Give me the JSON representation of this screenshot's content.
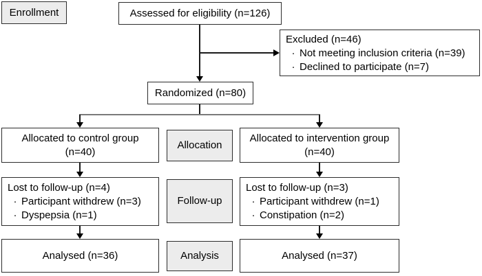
{
  "glyphs": {
    "bullet": "·"
  },
  "colors": {
    "background": "#ffffff",
    "box_fill": "#ffffff",
    "stage_fill": "#ececec",
    "border": "#2b2b2b",
    "connector": "#1a1a1a",
    "split_connector": "#7a7a7a",
    "text": "#000000"
  },
  "stages": {
    "enrollment": "Enrollment",
    "allocation": "Allocation",
    "followup": "Follow-up",
    "analysis": "Analysis"
  },
  "boxes": {
    "assessed": {
      "text": "Assessed for eligibility (n=126)"
    },
    "excluded": {
      "title": "Excluded (n=46)",
      "items": [
        "Not meeting inclusion criteria (n=39)",
        "Declined to participate (n=7)"
      ]
    },
    "randomized": {
      "text": "Randomized (n=80)"
    },
    "allocated_control": {
      "line1": "Allocated to control group",
      "line2": "(n=40)"
    },
    "allocated_intervention": {
      "line1": "Allocated to intervention group",
      "line2": "(n=40)"
    },
    "lost_control": {
      "title": "Lost to follow-up (n=4)",
      "items": [
        "Participant withdrew (n=3)",
        "Dyspepsia (n=1)"
      ]
    },
    "lost_intervention": {
      "title": "Lost to follow-up (n=3)",
      "items": [
        "Participant withdrew (n=1)",
        "Constipation (n=2)"
      ]
    },
    "analysed_control": {
      "text": "Analysed (n=36)"
    },
    "analysed_intervention": {
      "text": "Analysed (n=37)"
    }
  }
}
